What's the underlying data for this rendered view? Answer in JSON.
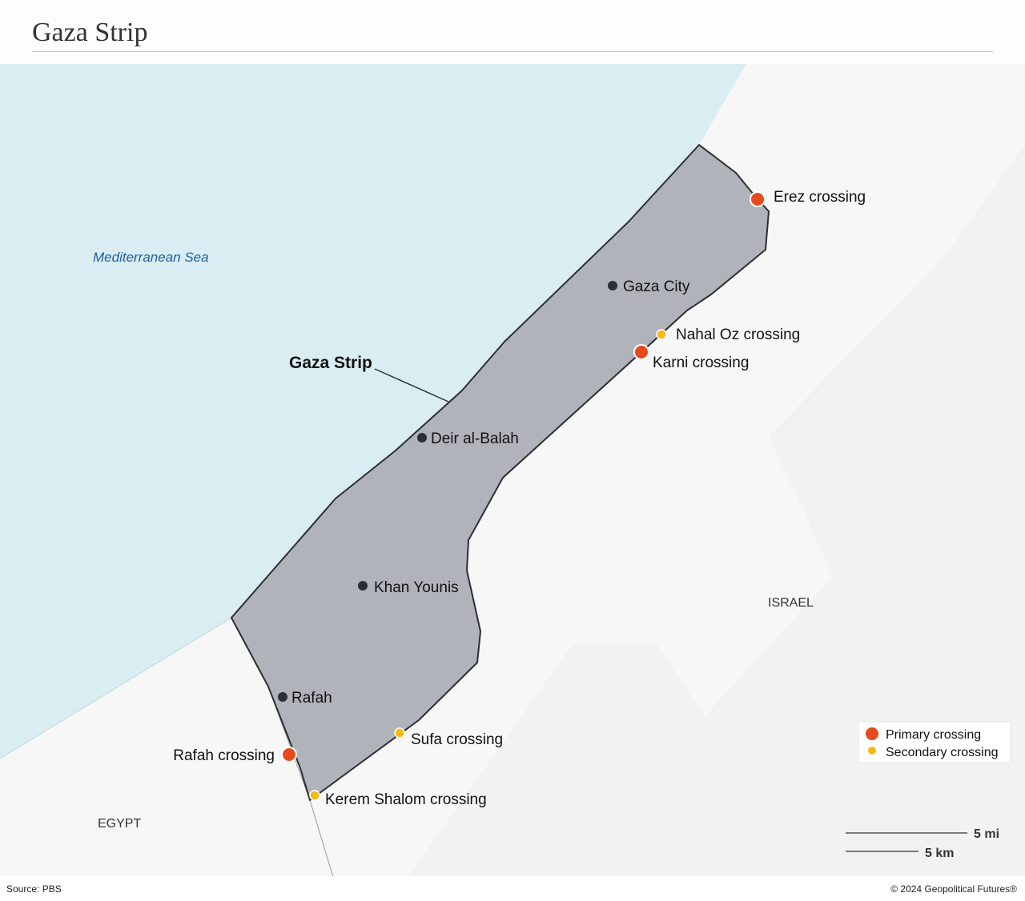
{
  "title": "Gaza Strip",
  "regions": {
    "sea": "Mediterranean Sea",
    "strip": "Gaza Strip",
    "israel": "ISRAEL",
    "egypt": "EGYPT"
  },
  "cities": [
    {
      "name": "Gaza City"
    },
    {
      "name": "Deir al-Balah"
    },
    {
      "name": "Khan Younis"
    },
    {
      "name": "Rafah"
    }
  ],
  "crossings": [
    {
      "name": "Erez crossing",
      "type": "primary"
    },
    {
      "name": "Nahal Oz crossing",
      "type": "secondary"
    },
    {
      "name": "Karni crossing",
      "type": "primary"
    },
    {
      "name": "Sufa crossing",
      "type": "secondary"
    },
    {
      "name": "Rafah crossing",
      "type": "primary"
    },
    {
      "name": "Kerem Shalom crossing",
      "type": "secondary"
    }
  ],
  "legend": {
    "primary": "Primary crossing",
    "secondary": "Secondary crossing"
  },
  "scale": {
    "mi": "5 mi",
    "km": "5 km"
  },
  "colors": {
    "primary": "#e84a1f",
    "secondary": "#fbb814",
    "sea": "#d9edf2",
    "strip": "#b0b4ba",
    "land": "#f7f7f7"
  },
  "footer": {
    "source": "Source: PBS",
    "copyright": "© 2024 Geopolitical Futures®"
  }
}
